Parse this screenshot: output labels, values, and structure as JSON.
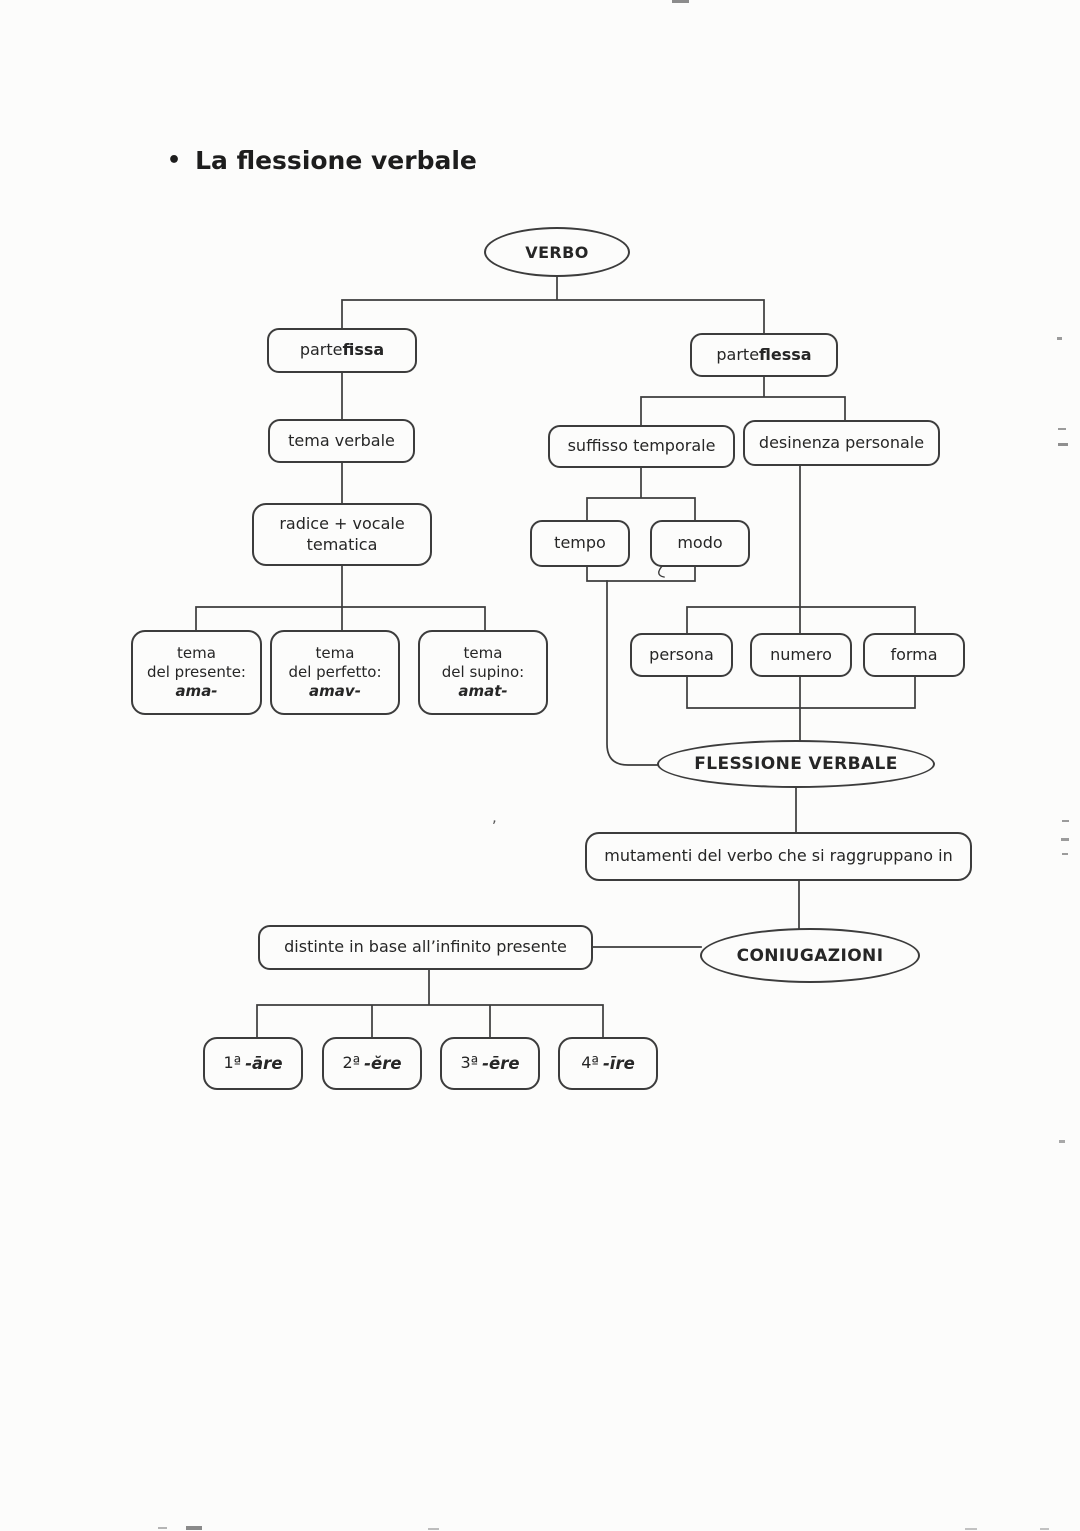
{
  "page": {
    "title_bullet": "•",
    "title": "La flessione verbale"
  },
  "diagram": {
    "root": "VERBO",
    "parte_fissa": {
      "prefix": "parte ",
      "bold": "fissa"
    },
    "parte_flessa": {
      "prefix": "parte ",
      "bold": "flessa"
    },
    "tema_verbale": "tema verbale",
    "radice": {
      "line1": "radice + vocale",
      "line2": "tematica"
    },
    "temi": [
      {
        "line1": "tema",
        "line2": "del presente:",
        "stem": "ama-"
      },
      {
        "line1": "tema",
        "line2": "del perfetto:",
        "stem": "amav-"
      },
      {
        "line1": "tema",
        "line2": "del supino:",
        "stem": "amat-"
      }
    ],
    "suffisso_temporale": "suffisso temporale",
    "desinenza_personale": "desinenza personale",
    "tempo": "tempo",
    "modo": "modo",
    "persona": "persona",
    "numero": "numero",
    "forma": "forma",
    "flessione_verbale": "FLESSIONE VERBALE",
    "mutamenti": "mutamenti del verbo che si raggruppano in",
    "coniugazioni": "CONIUGAZIONI",
    "distinte": "distinte in base all’infinito presente",
    "conjugations": [
      {
        "ordinal": "1ª",
        "ending": "-āre"
      },
      {
        "ordinal": "2ª",
        "ending": "-ĕre"
      },
      {
        "ordinal": "3ª",
        "ending": "-ēre"
      },
      {
        "ordinal": "4ª",
        "ending": "-īre"
      }
    ]
  },
  "artifacts": {
    "stray_mark": ","
  },
  "colors": {
    "ink": "#3c3c3c",
    "paper": "#fcfcfb",
    "text": "#262626"
  }
}
